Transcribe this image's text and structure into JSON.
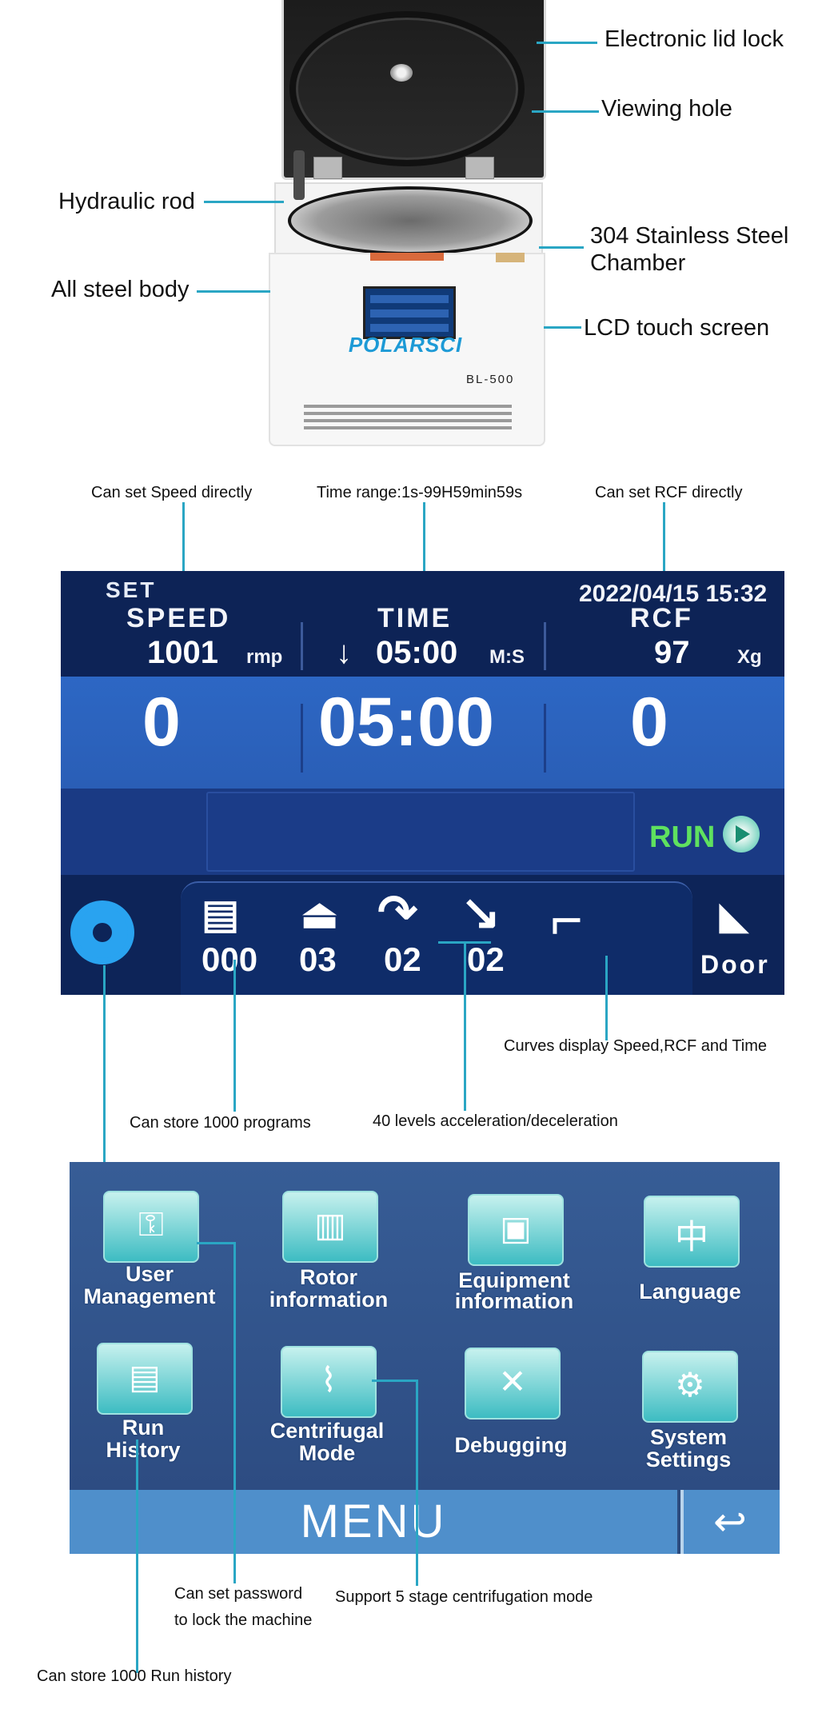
{
  "product": {
    "brand": "POLARSCI",
    "model": "BL-500",
    "callouts": {
      "lid_lock": "Electronic lid lock",
      "viewing_hole": "Viewing hole",
      "hydraulic_rod": "Hydraulic rod",
      "chamber_line1": "304 Stainless Steel",
      "chamber_line2": "Chamber",
      "steel_body": "All steel body",
      "lcd": "LCD touch screen"
    }
  },
  "screen": {
    "annotations": {
      "speed": "Can set Speed directly",
      "time": "Time range:1s-99H59min59s",
      "rcf": "Can set RCF directly",
      "curves": "Curves display Speed,RCF and Time",
      "programs": "Can store 1000 programs",
      "accel": "40 levels acceleration/deceleration"
    },
    "set_label": "SET",
    "datetime": "2022/04/15  15:32",
    "speed": {
      "title": "SPEED",
      "value": "1001",
      "unit": "rmp"
    },
    "time": {
      "title": "TIME",
      "arrow": "↓",
      "value": "05:00",
      "unit": "M:S"
    },
    "rcf": {
      "title": "RCF",
      "value": "97",
      "unit": "Xg"
    },
    "current": {
      "speed": "0",
      "time": "05:00",
      "rcf": "0"
    },
    "run_label": "RUN",
    "icons": {
      "program_no": "000",
      "rotor_no": "03",
      "accel_level": "02",
      "decel_level": "02",
      "door_label": "Door"
    }
  },
  "menu": {
    "title": "MENU",
    "tiles": [
      {
        "label1": "User",
        "label2": "Management"
      },
      {
        "label1": "Rotor",
        "label2": "information"
      },
      {
        "label1": "Equipment",
        "label2": "information"
      },
      {
        "label1": "Language",
        "label2": ""
      },
      {
        "label1": "Run",
        "label2": "History"
      },
      {
        "label1": "Centrifugal",
        "label2": "Mode"
      },
      {
        "label1": "Debugging",
        "label2": ""
      },
      {
        "label1": "System",
        "label2": "Settings"
      }
    ],
    "language_glyph": "中",
    "annotations": {
      "password_line1": "Can set password",
      "password_line2": "to lock the machine",
      "stage": "Support 5 stage centrifugation mode",
      "history": "Can store 1000 Run history"
    }
  }
}
